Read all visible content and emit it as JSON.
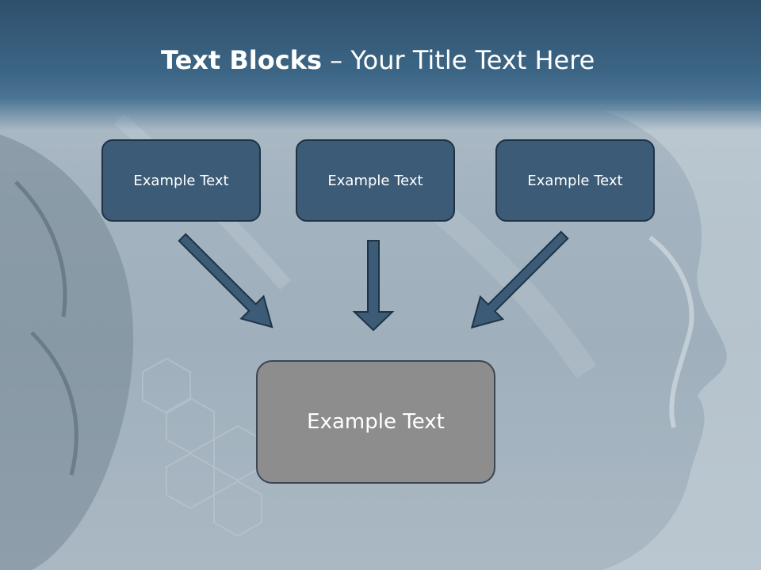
{
  "slide": {
    "title_bold": "Text Blocks",
    "title_rest": " – Your Title Text Here"
  },
  "boxes": {
    "top": [
      {
        "label": "Example Text"
      },
      {
        "label": "Example Text"
      },
      {
        "label": "Example Text"
      }
    ],
    "bottom": {
      "label": "Example Text"
    }
  },
  "colors": {
    "title_band": "#3c6585",
    "box_fill": "#3b5b77",
    "box_border": "#1f3346",
    "bottom_fill": "#8d8d8d",
    "arrow_fill": "#3b5b77",
    "arrow_stroke": "#1f3346"
  }
}
